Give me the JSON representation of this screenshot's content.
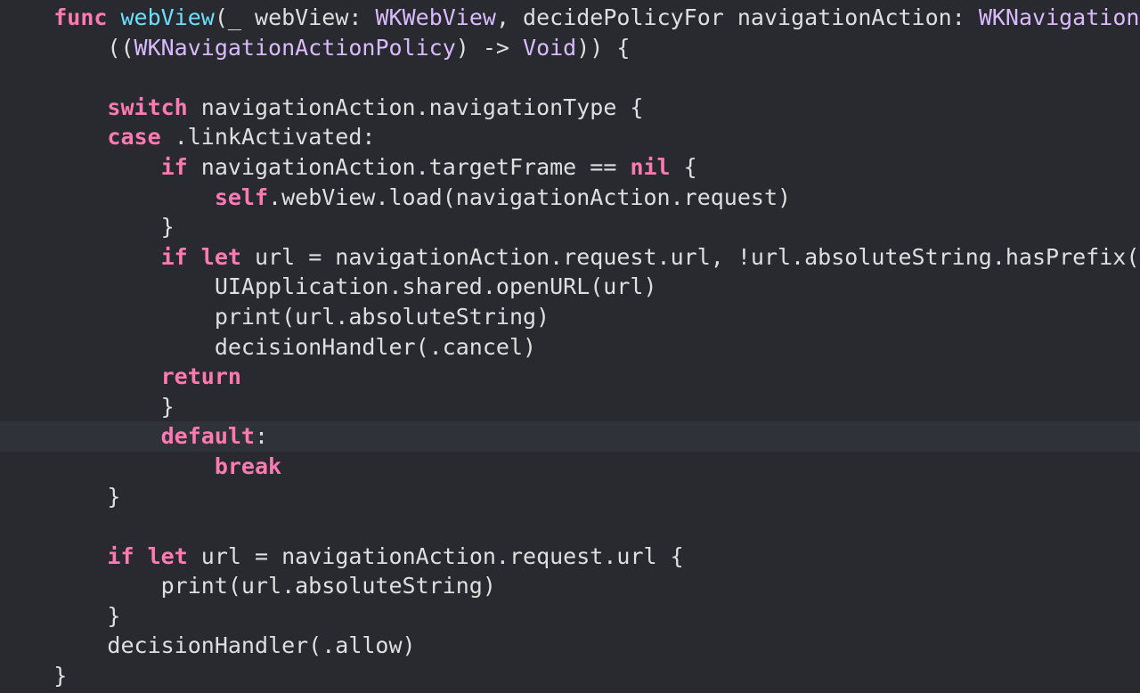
{
  "theme": {
    "background": "#292a30",
    "current_line_background": "#2f3239",
    "keyword": "#ff7ab2",
    "function_decl": "#6bdfff",
    "type": "#dabaff",
    "plain": "#dfdfe0"
  },
  "editor": {
    "current_line": 14,
    "lines": [
      [
        {
          "t": "    ",
          "k": "plain"
        },
        {
          "t": "func",
          "k": "kw"
        },
        {
          "t": " ",
          "k": "plain"
        },
        {
          "t": "webView",
          "k": "fn"
        },
        {
          "t": "(_ webView: ",
          "k": "plain"
        },
        {
          "t": "WKWebView",
          "k": "type"
        },
        {
          "t": ", decidePolicyFor navigationAction: ",
          "k": "plain"
        },
        {
          "t": "WKNavigationAction",
          "k": "type"
        }
      ],
      [
        {
          "t": "        ((",
          "k": "plain"
        },
        {
          "t": "WKNavigationActionPolicy",
          "k": "type"
        },
        {
          "t": ") -> ",
          "k": "plain"
        },
        {
          "t": "Void",
          "k": "type"
        },
        {
          "t": ")) {",
          "k": "plain"
        }
      ],
      [],
      [
        {
          "t": "        ",
          "k": "plain"
        },
        {
          "t": "switch",
          "k": "kw"
        },
        {
          "t": " navigationAction.navigationType {",
          "k": "plain"
        }
      ],
      [
        {
          "t": "        ",
          "k": "plain"
        },
        {
          "t": "case",
          "k": "kw"
        },
        {
          "t": " .linkActivated:",
          "k": "plain"
        }
      ],
      [
        {
          "t": "            ",
          "k": "plain"
        },
        {
          "t": "if",
          "k": "kw"
        },
        {
          "t": " navigationAction.targetFrame == ",
          "k": "plain"
        },
        {
          "t": "nil",
          "k": "kw"
        },
        {
          "t": " {",
          "k": "plain"
        }
      ],
      [
        {
          "t": "                ",
          "k": "plain"
        },
        {
          "t": "self",
          "k": "kw"
        },
        {
          "t": ".webView.load(navigationAction.request)",
          "k": "plain"
        }
      ],
      [
        {
          "t": "            }",
          "k": "plain"
        }
      ],
      [
        {
          "t": "            ",
          "k": "plain"
        },
        {
          "t": "if",
          "k": "kw"
        },
        {
          "t": " ",
          "k": "plain"
        },
        {
          "t": "let",
          "k": "kw"
        },
        {
          "t": " url = navigationAction.request.url, !url.absoluteString.hasPrefix(",
          "k": "plain"
        }
      ],
      [
        {
          "t": "                UIApplication.shared.openURL(url)",
          "k": "plain"
        }
      ],
      [
        {
          "t": "                print(url.absoluteString)",
          "k": "plain"
        }
      ],
      [
        {
          "t": "                decisionHandler(.cancel)",
          "k": "plain"
        }
      ],
      [
        {
          "t": "            ",
          "k": "plain"
        },
        {
          "t": "return",
          "k": "kw"
        }
      ],
      [
        {
          "t": "            }",
          "k": "plain"
        }
      ],
      [
        {
          "t": "            ",
          "k": "plain"
        },
        {
          "t": "default",
          "k": "kw"
        },
        {
          "t": ":",
          "k": "plain"
        }
      ],
      [
        {
          "t": "                ",
          "k": "plain"
        },
        {
          "t": "break",
          "k": "kw"
        }
      ],
      [
        {
          "t": "        }",
          "k": "plain"
        }
      ],
      [],
      [
        {
          "t": "        ",
          "k": "plain"
        },
        {
          "t": "if",
          "k": "kw"
        },
        {
          "t": " ",
          "k": "plain"
        },
        {
          "t": "let",
          "k": "kw"
        },
        {
          "t": " url = navigationAction.request.url {",
          "k": "plain"
        }
      ],
      [
        {
          "t": "            print(url.absoluteString)",
          "k": "plain"
        }
      ],
      [
        {
          "t": "        }",
          "k": "plain"
        }
      ],
      [
        {
          "t": "        decisionHandler(.allow)",
          "k": "plain"
        }
      ],
      [
        {
          "t": "    }",
          "k": "plain"
        }
      ]
    ]
  }
}
